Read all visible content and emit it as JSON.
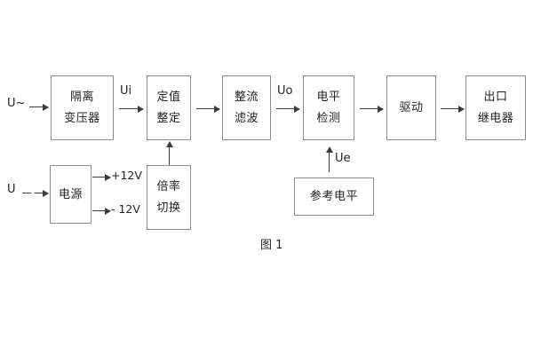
{
  "figure": {
    "caption": "图 1",
    "blocks": [
      {
        "id": "isolation-transformer",
        "lines": [
          "隔离",
          "变压器"
        ]
      },
      {
        "id": "setting-value",
        "lines": [
          "定值",
          "整定"
        ]
      },
      {
        "id": "rectify-filter",
        "lines": [
          "整流",
          "滤波"
        ]
      },
      {
        "id": "level-detection",
        "lines": [
          "电平",
          "检测"
        ]
      },
      {
        "id": "drive",
        "lines": [
          "驱动"
        ]
      },
      {
        "id": "output-relay",
        "lines": [
          "出口",
          "继电器"
        ]
      },
      {
        "id": "power-supply",
        "lines": [
          "电源"
        ]
      },
      {
        "id": "multiplier-switch",
        "lines": [
          "倍率",
          "切换"
        ]
      },
      {
        "id": "reference-level",
        "lines": [
          "参考电平"
        ]
      }
    ],
    "signals": {
      "input_ac": "U~",
      "input_dc": "U",
      "ui": "Ui",
      "uo": "Uo",
      "ue": "Ue",
      "rail_positive": "+12V",
      "rail_negative": "- 12V"
    }
  }
}
